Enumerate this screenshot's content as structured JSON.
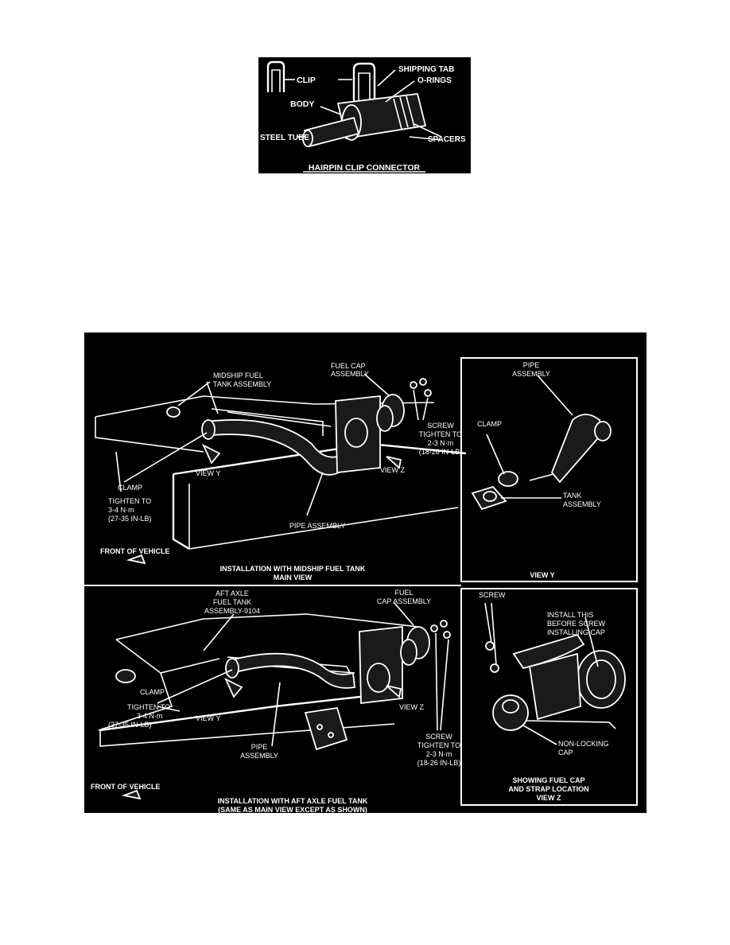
{
  "hairpin": {
    "caption": "HAIRPIN CLIP CONNECTOR",
    "clip": "CLIP",
    "shipping_tab": "SHIPPING TAB",
    "o_rings": "O-RINGS",
    "body": "BODY",
    "steel_tube": "STEEL TUBE",
    "spacers": "SPACERS"
  },
  "main_view": {
    "midship_line1": "MIDSHIP FUEL",
    "midship_line2": "TANK ASSEMBLY",
    "fuel_cap_line1": "FUEL CAP",
    "fuel_cap_line2": "ASSEMBLY",
    "screw_line1": "SCREW",
    "screw_line2": "TIGHTEN TO",
    "screw_line3": "2-3 N·m",
    "screw_line4": "(18-26 IN-LB)",
    "clamp": "CLAMP",
    "tighten_line1": "TIGHTEN TO",
    "tighten_line2": "3-4 N·m",
    "tighten_line3": "(27-35 IN-LB)",
    "view_y": "VIEW Y",
    "view_z": "VIEW Z",
    "pipe_assembly": "PIPE ASSEMBLY",
    "front_of_vehicle": "FRONT OF VEHICLE",
    "caption_line1": "INSTALLATION WITH MIDSHIP FUEL TANK",
    "caption_line2": "MAIN VIEW"
  },
  "view_y_panel": {
    "pipe_line1": "PIPE",
    "pipe_line2": "ASSEMBLY",
    "clamp": "CLAMP",
    "tank_line1": "TANK",
    "tank_line2": "ASSEMBLY",
    "caption": "VIEW Y"
  },
  "aft_view": {
    "aft_line1": "AFT AXLE",
    "aft_line2": "FUEL TANK",
    "aft_line3": "ASSEMBLY-9104",
    "fuel_cap_line1": "FUEL",
    "fuel_cap_line2": "CAP ASSEMBLY",
    "clamp": "CLAMP",
    "tighten_line1": "TIGHTEN TO",
    "tighten_line2": "3-4 N·m",
    "tighten_line3": "(27-35 IN-LB)",
    "view_y": "VIEW Y",
    "view_z": "VIEW Z",
    "pipe_line1": "PIPE",
    "pipe_line2": "ASSEMBLY",
    "screw_line1": "SCREW",
    "screw_line2": "TIGHTEN TO",
    "screw_line3": "2-3 N·m",
    "screw_line4": "(18-26 IN-LB)",
    "front_of_vehicle": "FRONT OF VEHICLE",
    "caption_line1": "INSTALLATION WITH AFT AXLE FUEL TANK",
    "caption_line2": "(SAME AS MAIN VIEW EXCEPT AS SHOWN)"
  },
  "view_z_panel": {
    "screw": "SCREW",
    "install_line1": "INSTALL THIS",
    "install_line2": "BEFORE SCREW",
    "install_line3": "INSTALLING CAP",
    "non_locking_line1": "NON-LOCKING",
    "non_locking_line2": "CAP",
    "caption_line1": "SHOWING FUEL CAP",
    "caption_line2": "AND STRAP LOCATION",
    "caption_line3": "VIEW Z"
  }
}
